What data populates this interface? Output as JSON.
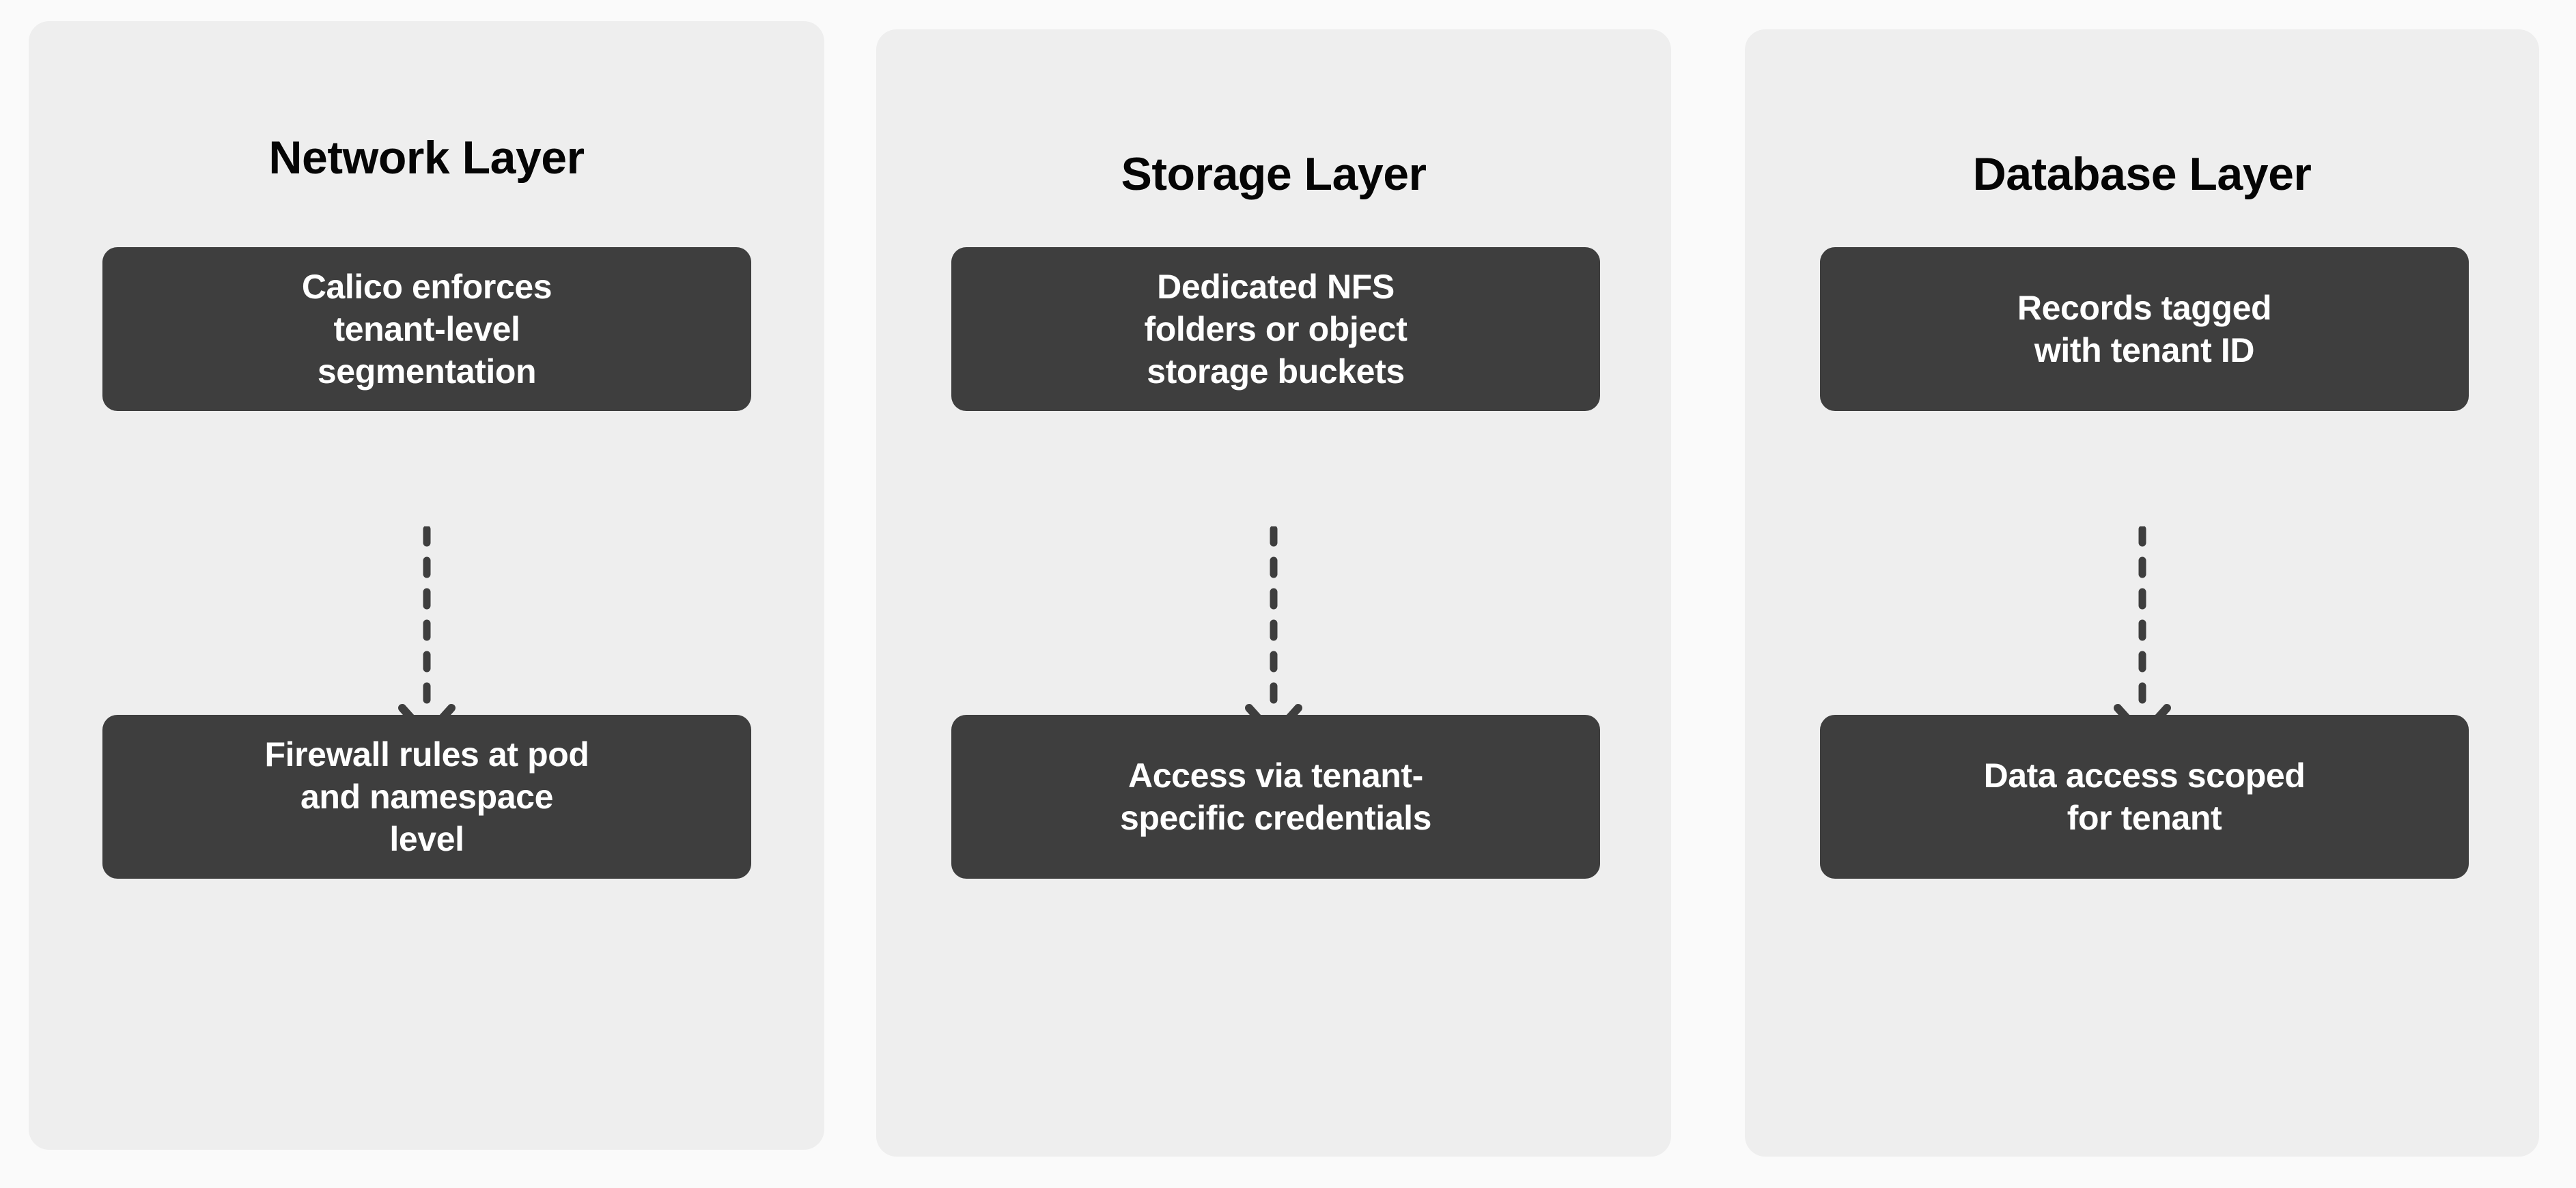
{
  "page": {
    "background_color": "#fafafa",
    "panel_color": "#eeeeee",
    "node_color": "#3e3e3e",
    "node_text_color": "#ffffff",
    "title_color": "#050505",
    "connector_color": "#3e3e3e"
  },
  "columns": [
    {
      "title": "Network Layer",
      "nodes": [
        {
          "label": "Calico enforces\ntenant-level\nsegmentation"
        },
        {
          "label": "Firewall rules at pod\nand namespace\nlevel"
        }
      ],
      "connector": {
        "style": "dashed",
        "direction": "down",
        "arrowhead": true
      }
    },
    {
      "title": "Storage Layer",
      "nodes": [
        {
          "label": "Dedicated NFS\nfolders or object\nstorage buckets"
        },
        {
          "label": "Access via tenant-\nspecific credentials"
        }
      ],
      "connector": {
        "style": "dashed",
        "direction": "down",
        "arrowhead": true
      }
    },
    {
      "title": "Database Layer",
      "nodes": [
        {
          "label": "Records tagged\nwith tenant ID"
        },
        {
          "label": "Data access scoped\nfor tenant"
        }
      ],
      "connector": {
        "style": "dashed",
        "direction": "down",
        "arrowhead": true
      }
    }
  ]
}
